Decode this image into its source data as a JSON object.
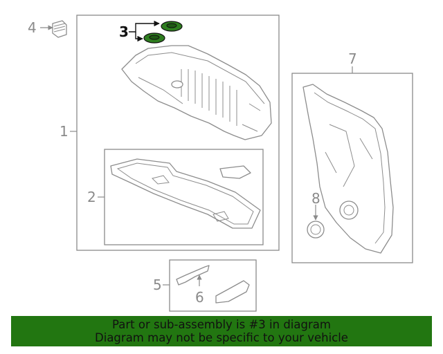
{
  "callouts": {
    "c1": "1",
    "c2": "2",
    "c3": "3",
    "c4": "4",
    "c5": "5",
    "c6": "6",
    "c7": "7",
    "c8": "8"
  },
  "highlight_color": "#2e7d1f",
  "banner": {
    "line1": "Part or sub-assembly is #3 in diagram",
    "line2": "Diagram may not be specific to your vehicle",
    "background": "#227611"
  }
}
